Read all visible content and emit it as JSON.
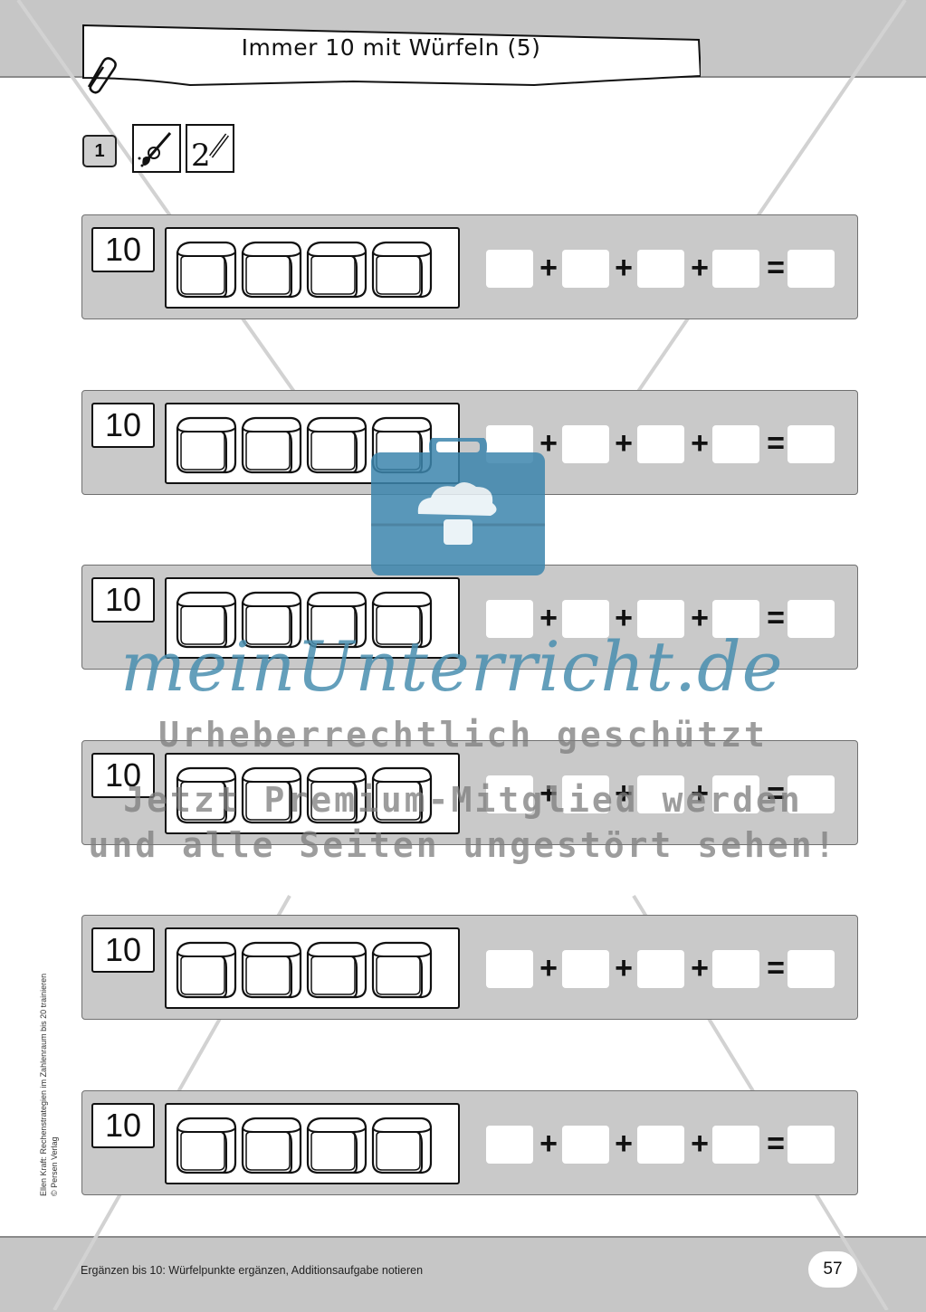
{
  "header": {
    "title": "Immer 10 mit Würfeln (5)"
  },
  "task": {
    "number": "1",
    "icons": [
      "paint-brush-icon",
      "writing-pencil-icon"
    ],
    "icon_digit": "2"
  },
  "rows": [
    {
      "target": "10",
      "dice_count": 4,
      "operators": [
        "+",
        "+",
        "+",
        "="
      ]
    },
    {
      "target": "10",
      "dice_count": 4,
      "operators": [
        "+",
        "+",
        "+",
        "="
      ]
    },
    {
      "target": "10",
      "dice_count": 4,
      "operators": [
        "+",
        "+",
        "+",
        "="
      ]
    },
    {
      "target": "10",
      "dice_count": 4,
      "operators": [
        "+",
        "+",
        "+",
        "="
      ]
    },
    {
      "target": "10",
      "dice_count": 4,
      "operators": [
        "+",
        "+",
        "+",
        "="
      ]
    },
    {
      "target": "10",
      "dice_count": 4,
      "operators": [
        "+",
        "+",
        "+",
        "="
      ]
    }
  ],
  "footer": {
    "text": "Ergänzen bis 10: Würfelpunkte ergänzen, Additionsaufgabe notieren",
    "page_number": "57"
  },
  "side_credit": {
    "line1": "Ellen Kraft: Rechenstrategien im Zahlenraum bis 20 trainieren",
    "line2": "© Persen Verlag"
  },
  "watermark": {
    "logo": "meinUnterricht.de",
    "line1": "Urheberrechtlich geschützt",
    "line2": "Jetzt Premium-Mitglied werden",
    "line3": "und alle Seiten ungestört sehen!"
  },
  "colors": {
    "band_gray": "#c6c6c6",
    "row_gray": "#c9c9c9",
    "watermark_blue": "#4a8fb0"
  }
}
